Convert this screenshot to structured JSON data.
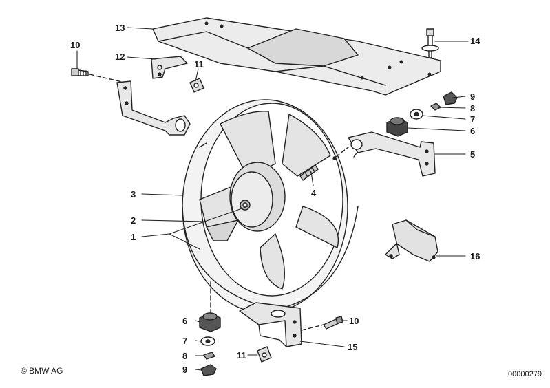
{
  "diagram": {
    "labels": [
      "1",
      "2",
      "3",
      "4",
      "5",
      "6",
      "7",
      "8",
      "9",
      "10",
      "11",
      "12",
      "13",
      "14",
      "15",
      "16"
    ],
    "lower_labels": {
      "six": "6",
      "seven": "7",
      "eight": "8",
      "nine": "9",
      "ten": "10",
      "eleven": "11"
    },
    "copyright": "© BMW AG",
    "doc_number": "00000279"
  }
}
